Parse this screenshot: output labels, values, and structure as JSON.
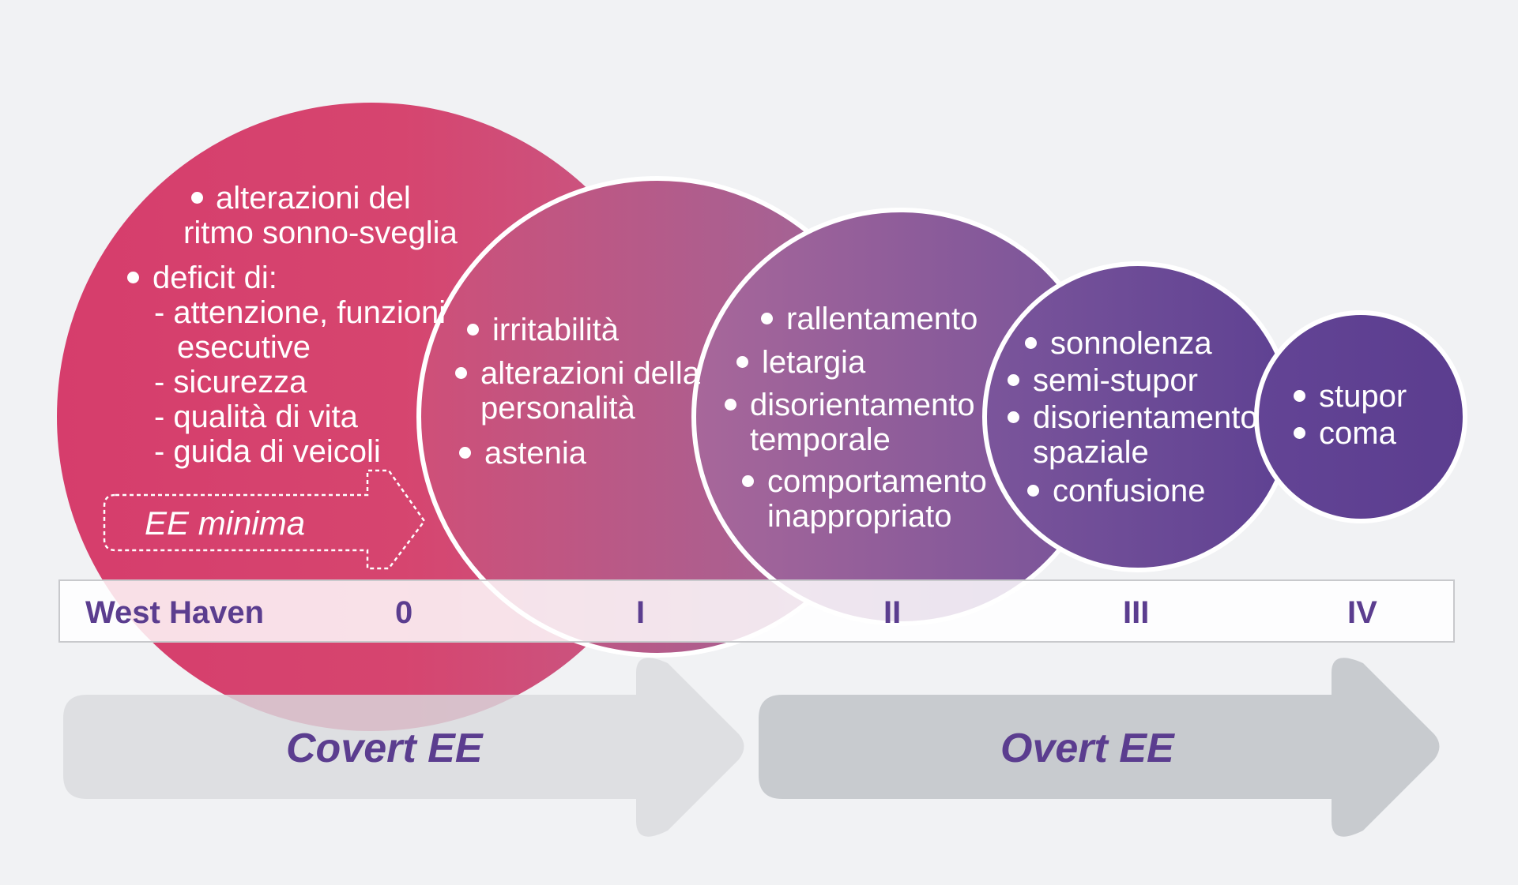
{
  "colors": {
    "background": "#f1f2f4",
    "magenta": "#d63d6c",
    "purple": "#5b3d8f",
    "arrow_gray": "#d3d5d8"
  },
  "stages": {
    "s0": {
      "bullet1": [
        "alterazioni del",
        "ritmo sonno-sveglia"
      ],
      "bullet2": "deficit di:",
      "sub": [
        "- attenzione, funzioni",
        "esecutive",
        "- sicurezza",
        "- qualità di vita",
        "- guida di veicoli"
      ]
    },
    "s1": {
      "items": [
        "irritabilità",
        "alterazioni della",
        "personalità",
        "astenia"
      ]
    },
    "s2": {
      "items": [
        "rallentamento",
        "letargia",
        "disorientamento",
        "temporale",
        "comportamento",
        "inappropriato"
      ]
    },
    "s3": {
      "items": [
        "sonnolenza",
        "semi-stupor",
        "disorientamento",
        "spaziale",
        "confusione"
      ]
    },
    "s4": {
      "items": [
        "stupor",
        "coma"
      ]
    }
  },
  "ee_minima": "EE minima",
  "scale": {
    "label": "West Haven",
    "grades": [
      "0",
      "I",
      "II",
      "III",
      "IV"
    ]
  },
  "arrows": {
    "covert": "Covert EE",
    "overt": "Overt EE"
  }
}
